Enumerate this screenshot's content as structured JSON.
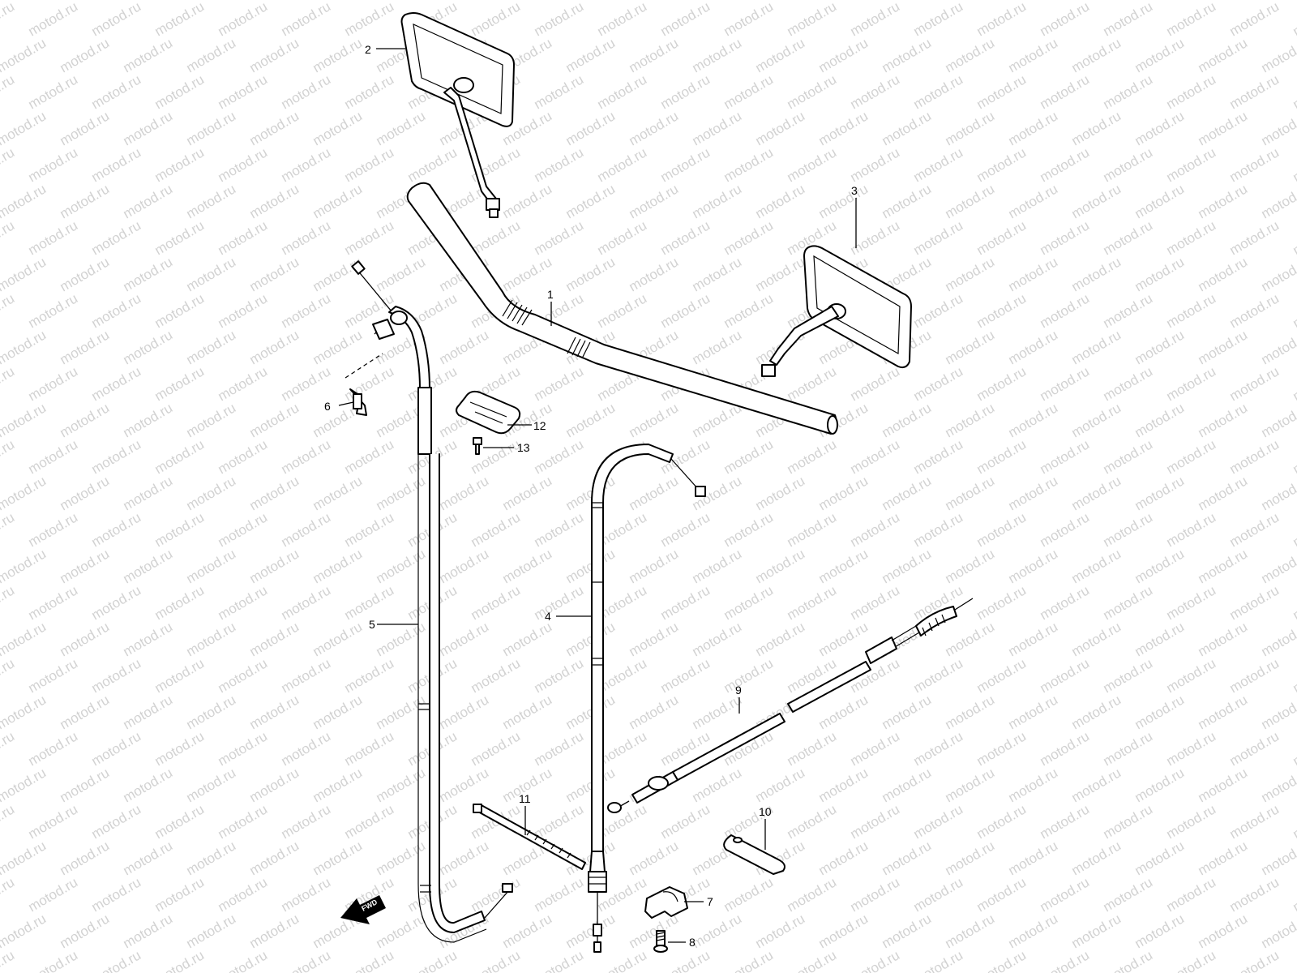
{
  "watermark": {
    "text": "motod.ru",
    "color": "#d2d2d2"
  },
  "direction_marker": {
    "label": "FWD"
  },
  "callouts": [
    {
      "id": "1",
      "label": "1"
    },
    {
      "id": "2",
      "label": "2"
    },
    {
      "id": "3",
      "label": "3"
    },
    {
      "id": "4",
      "label": "4"
    },
    {
      "id": "5",
      "label": "5"
    },
    {
      "id": "6",
      "label": "6"
    },
    {
      "id": "7",
      "label": "7"
    },
    {
      "id": "8",
      "label": "8"
    },
    {
      "id": "9",
      "label": "9"
    },
    {
      "id": "10",
      "label": "10"
    },
    {
      "id": "11",
      "label": "11"
    },
    {
      "id": "12",
      "label": "12"
    },
    {
      "id": "13",
      "label": "13"
    }
  ]
}
